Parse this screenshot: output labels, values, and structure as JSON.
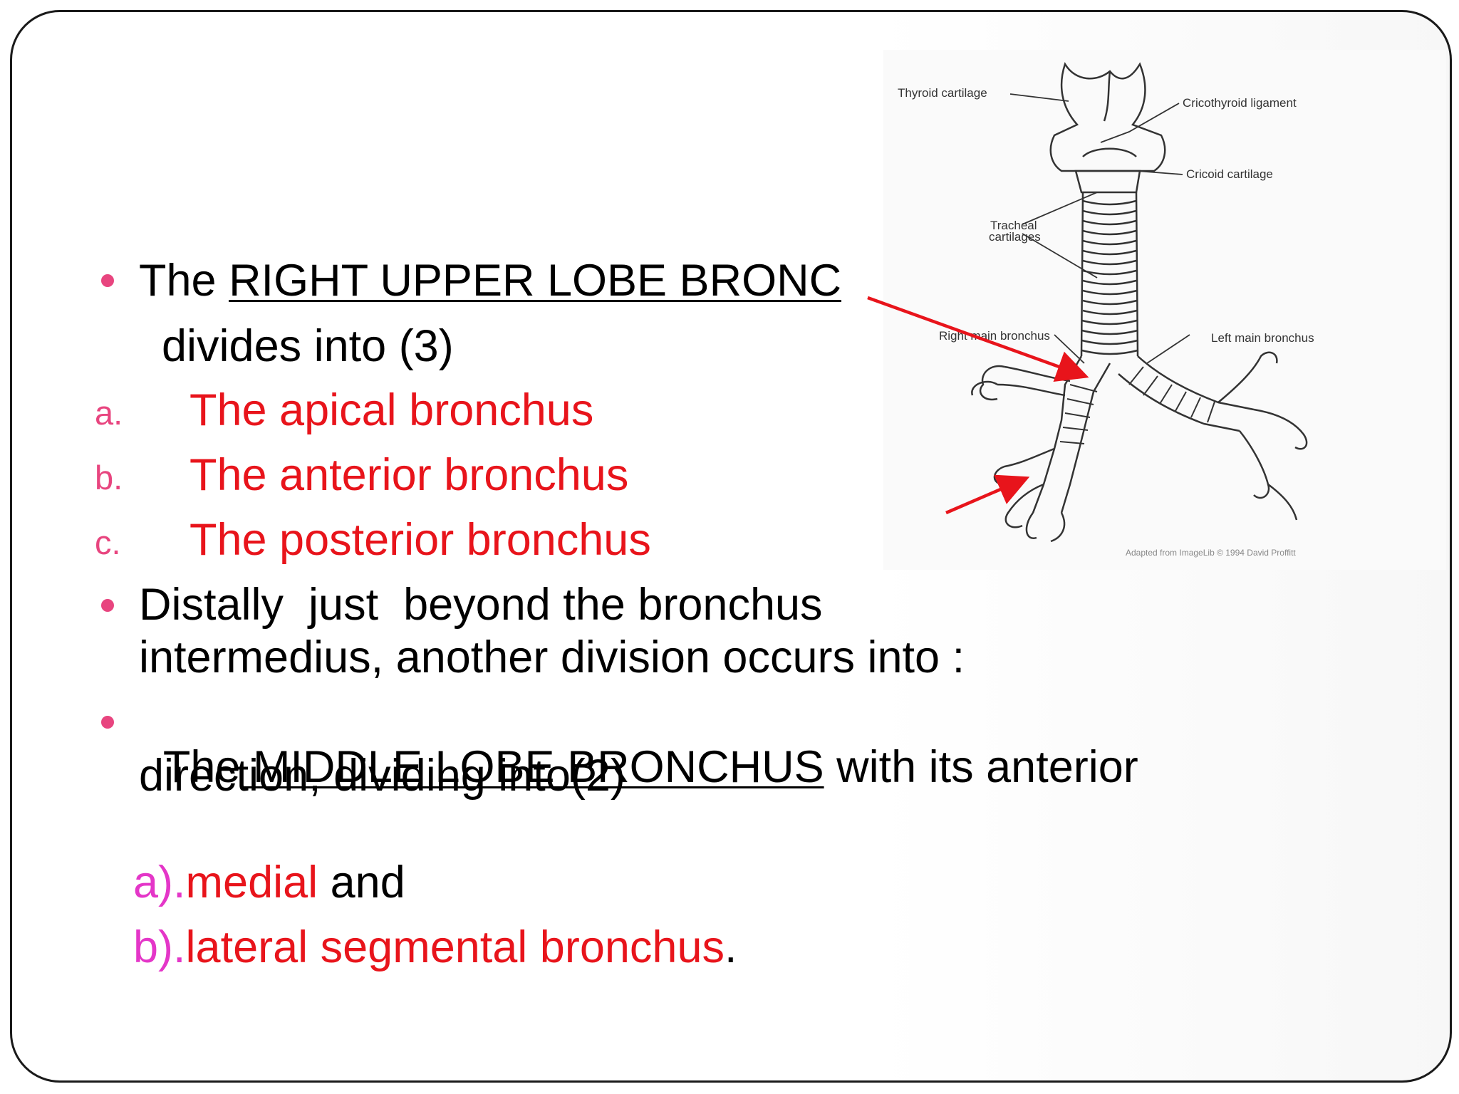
{
  "figure": {
    "labels": {
      "thyroid": "Thyroid cartilage",
      "cricothyroid": "Cricothyroid ligament",
      "cricoid": "Cricoid cartilage",
      "tracheal_1": "Tracheal",
      "tracheal_2": "cartilages",
      "right_main": "Right main bronchus",
      "left_main": "Left main bronchus",
      "credit": "Adapted from ImageLib © 1994 David Proffitt"
    }
  },
  "content": {
    "p1_prefix": "The ",
    "p1_underlined": "RIGHT UPPER LOBE BRONC",
    "p1_cont": "divides into (3)",
    "list1": [
      {
        "marker": "a.",
        "text": "The apical bronchus"
      },
      {
        "marker": "b.",
        "text": "The anterior bronchus"
      },
      {
        "marker": "c.",
        "text": "The posterior bronchus"
      }
    ],
    "p2_line1": "Distally  just  beyond the bronchus",
    "p2_line2": "intermedius, another division occurs into :",
    "p3_prefix": "The",
    "p3_underlined": " MIDDLE LOBE BRONCHUS",
    "p3_suffix": " with its anterior",
    "p3_line2": "direction, dividing into(2)",
    "item_a_marker": "a).",
    "item_a_red": "medial",
    "item_a_black": " and",
    "item_b_marker": "b).",
    "item_b_red": "lateral segmental bronchus",
    "item_b_black": "."
  },
  "colors": {
    "bullet": "#e8457f",
    "emphasis": "#e8141b",
    "sub_marker": "#e436c8",
    "arrow": "#e8141b"
  }
}
